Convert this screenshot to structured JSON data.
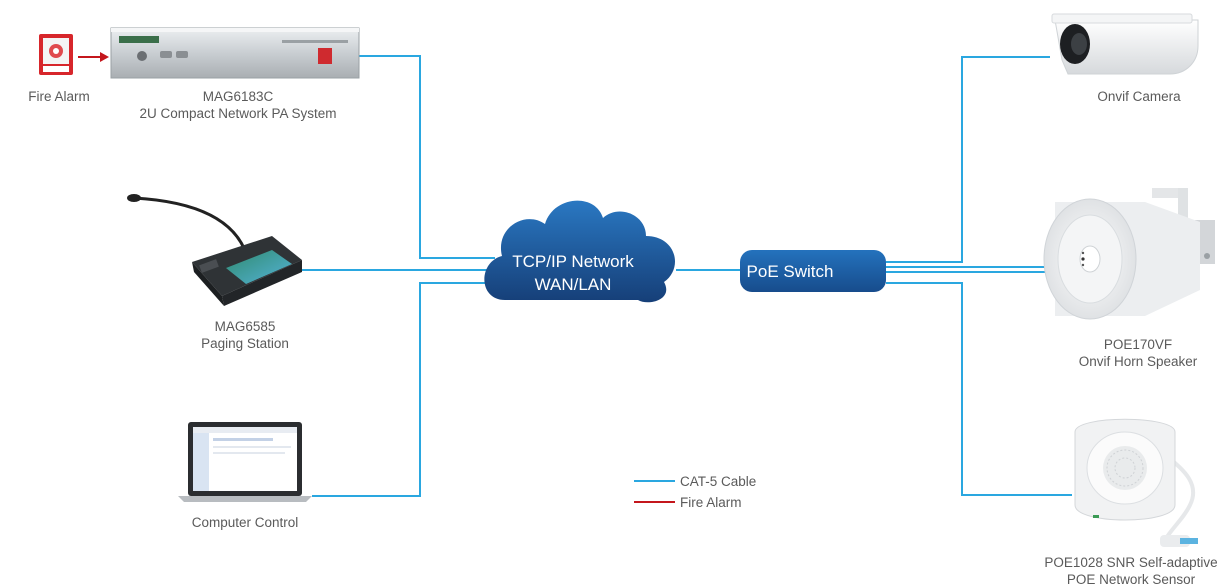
{
  "colors": {
    "cat5": "#2aa7e0",
    "fire": "#c4161c",
    "node_blue": "#1f63a8",
    "node_dark": "#143f73"
  },
  "devices": {
    "fire_alarm": {
      "label": "Fire Alarm",
      "icon": "fire-alarm-icon"
    },
    "pa_system": {
      "model": "MAG6183C",
      "desc": "2U Compact Network PA System",
      "icon": "rack-unit-icon"
    },
    "paging_station": {
      "model": "MAG6585",
      "desc": "Paging Station",
      "icon": "paging-microphone-icon"
    },
    "computer": {
      "label": "Computer Control",
      "icon": "laptop-icon"
    },
    "camera": {
      "label": "Onvif Camera",
      "icon": "camera-icon"
    },
    "horn": {
      "model": "POE170VF",
      "desc": "Onvif Horn Speaker",
      "icon": "horn-speaker-icon"
    },
    "sensor": {
      "model": "POE1028 SNR Self-adaptive",
      "desc": "POE Network Sensor",
      "icon": "ceiling-speaker-icon"
    }
  },
  "network": {
    "line1": "TCP/IP Network",
    "line2": "WAN/LAN"
  },
  "switch": {
    "label": "PoE Switch"
  },
  "legend": {
    "cat5": "CAT-5 Cable",
    "fire": "Fire Alarm"
  }
}
